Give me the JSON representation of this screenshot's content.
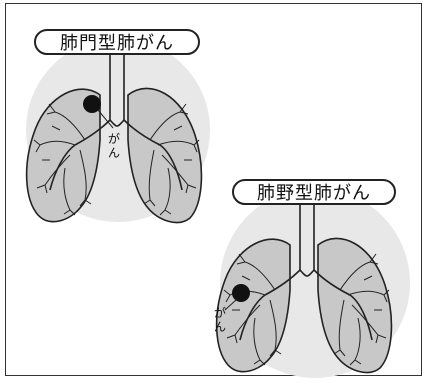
{
  "hilar": {
    "title": "肺門型肺がん",
    "cancer_label_1": "が",
    "cancer_label_2": "ん"
  },
  "peripheral": {
    "title": "肺野型肺がん",
    "cancer_label_1": "が",
    "cancer_label_2": "ん"
  },
  "colors": {
    "background_circle": "#e8e8e8",
    "lung_fill": "#c8c8c8",
    "tumor": "#111111"
  }
}
